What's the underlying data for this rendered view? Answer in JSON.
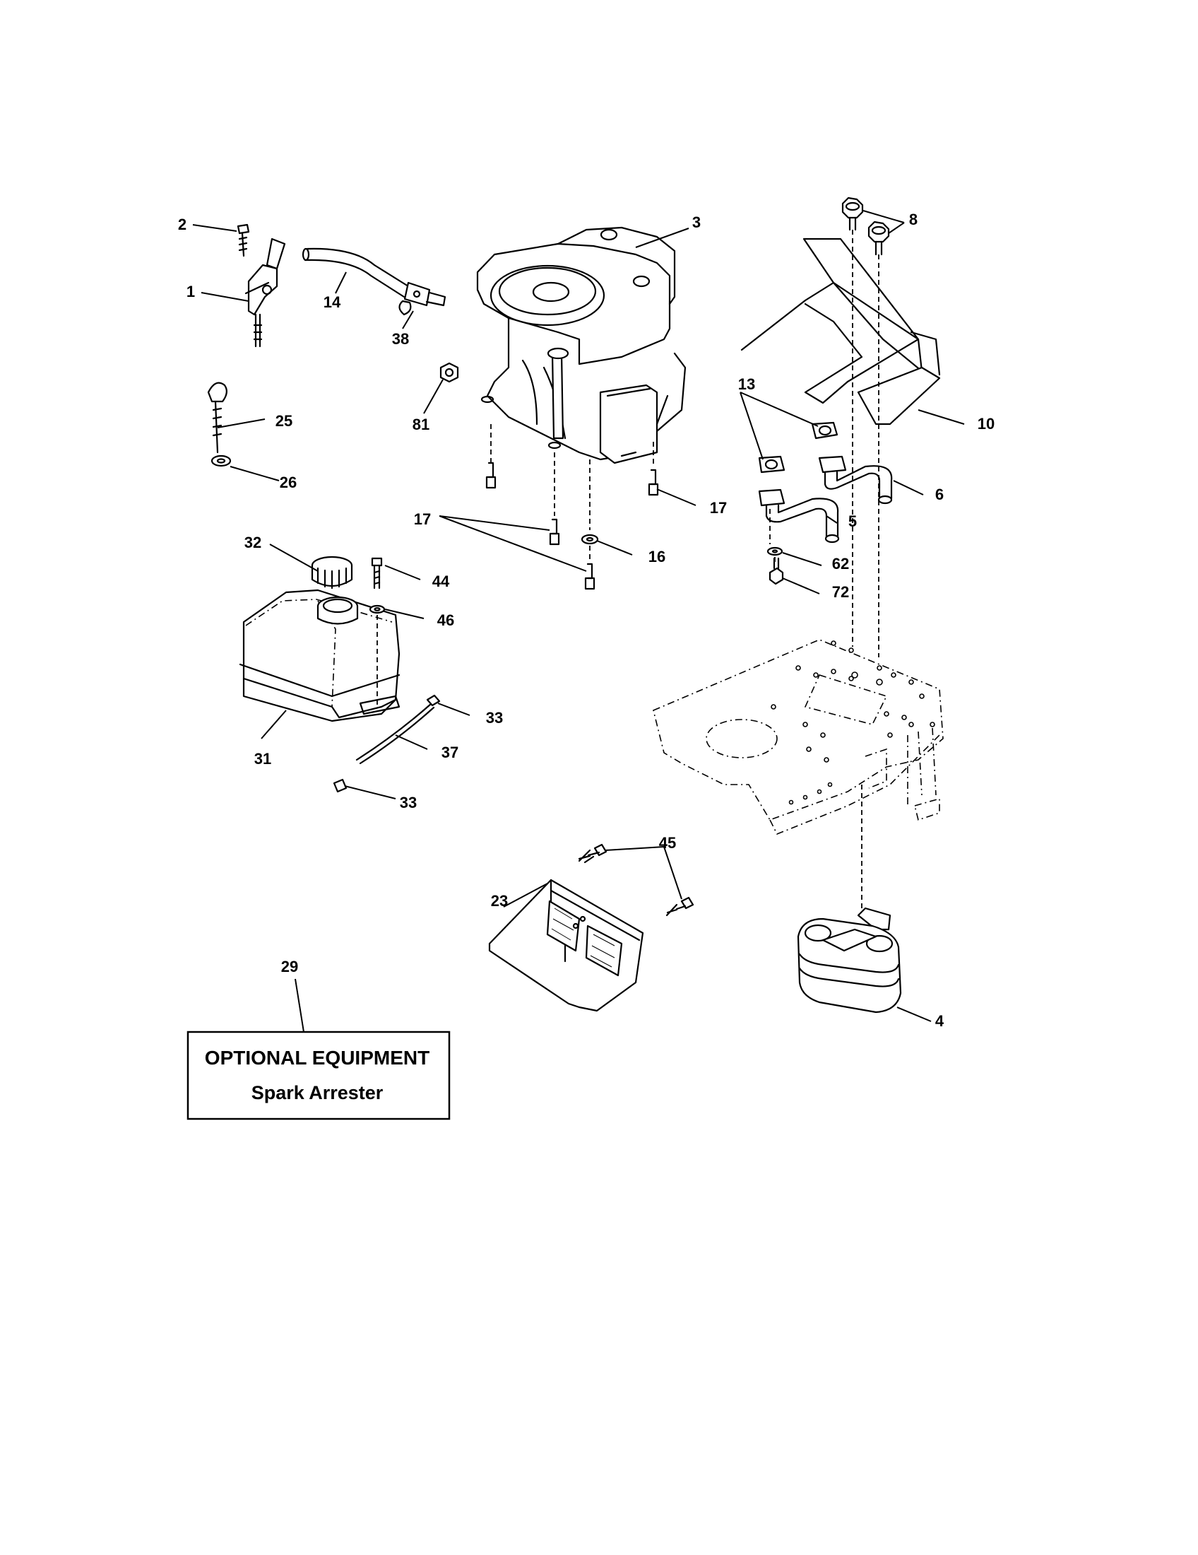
{
  "labels": {
    "p1": "1",
    "p2": "2",
    "p3": "3",
    "p4": "4",
    "p5": "5",
    "p6": "6",
    "p8": "8",
    "p10": "10",
    "p13": "13",
    "p14": "14",
    "p16": "16",
    "p17a": "17",
    "p17b": "17",
    "p23": "23",
    "p25": "25",
    "p26": "26",
    "p29": "29",
    "p31": "31",
    "p32": "32",
    "p33a": "33",
    "p33b": "33",
    "p37": "37",
    "p38": "38",
    "p44": "44",
    "p45": "45",
    "p46": "46",
    "p62": "62",
    "p72": "72",
    "p81": "81"
  },
  "optional_box": {
    "title": "OPTIONAL EQUIPMENT",
    "subtitle": "Spark Arrester"
  }
}
